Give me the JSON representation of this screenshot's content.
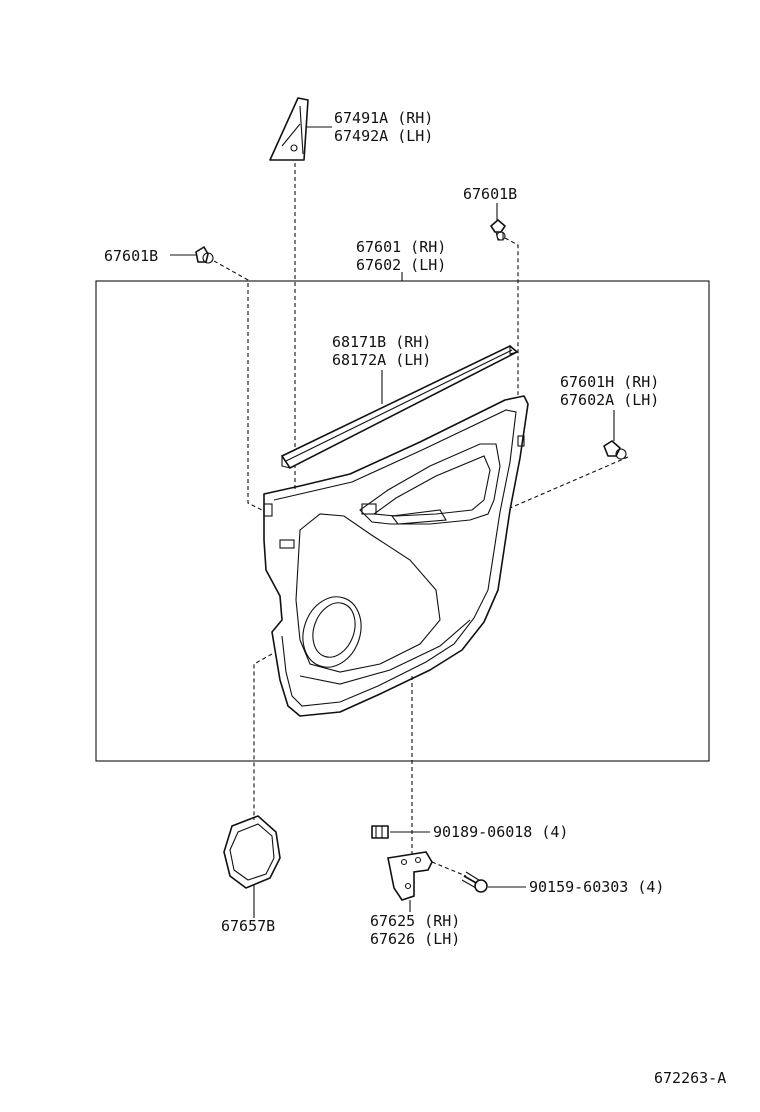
{
  "labels": {
    "l67491": [
      "67491A (RH)",
      "67492A (LH)"
    ],
    "l67601B_top": [
      "67601B"
    ],
    "l67601B_left": [
      "67601B"
    ],
    "l67601": [
      "67601 (RH)",
      "67602 (LH)"
    ],
    "l68171": [
      "68171B (RH)",
      "68172A (LH)"
    ],
    "l67601H": [
      "67601H (RH)",
      "67602A (LH)"
    ],
    "l90189": [
      "90189-06018 (4)"
    ],
    "l90159": [
      "90159-60303 (4)"
    ],
    "l67625": [
      "67625 (RH)",
      "67626 (LH)"
    ],
    "l67657": [
      "67657B"
    ],
    "figure_id": [
      "672263-A"
    ]
  }
}
